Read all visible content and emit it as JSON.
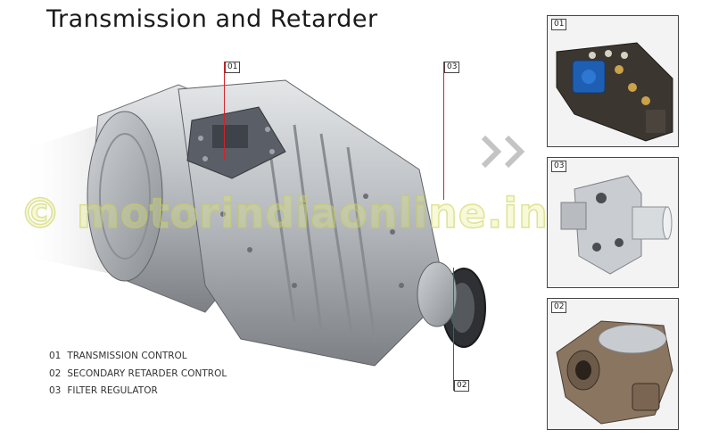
{
  "page": {
    "title": "Transmission and Retarder"
  },
  "callouts": [
    "01",
    "03",
    "02"
  ],
  "legend": [
    {
      "num": "01",
      "label": "TRANSMISSION CONTROL"
    },
    {
      "num": "02",
      "label": "SECONDARY RETARDER CONTROL"
    },
    {
      "num": "03",
      "label": "FILTER REGULATOR"
    }
  ],
  "panels": [
    "01",
    "03",
    "02"
  ],
  "watermark": "© motorindiaonline.in",
  "colors": {
    "leader_line": "#d2232a",
    "valve_blue": "#1f5fb3",
    "housing": "#b8bcc0",
    "body_bronze": "#8a7560"
  },
  "icons": [
    "chevron-right-double-icon"
  ]
}
